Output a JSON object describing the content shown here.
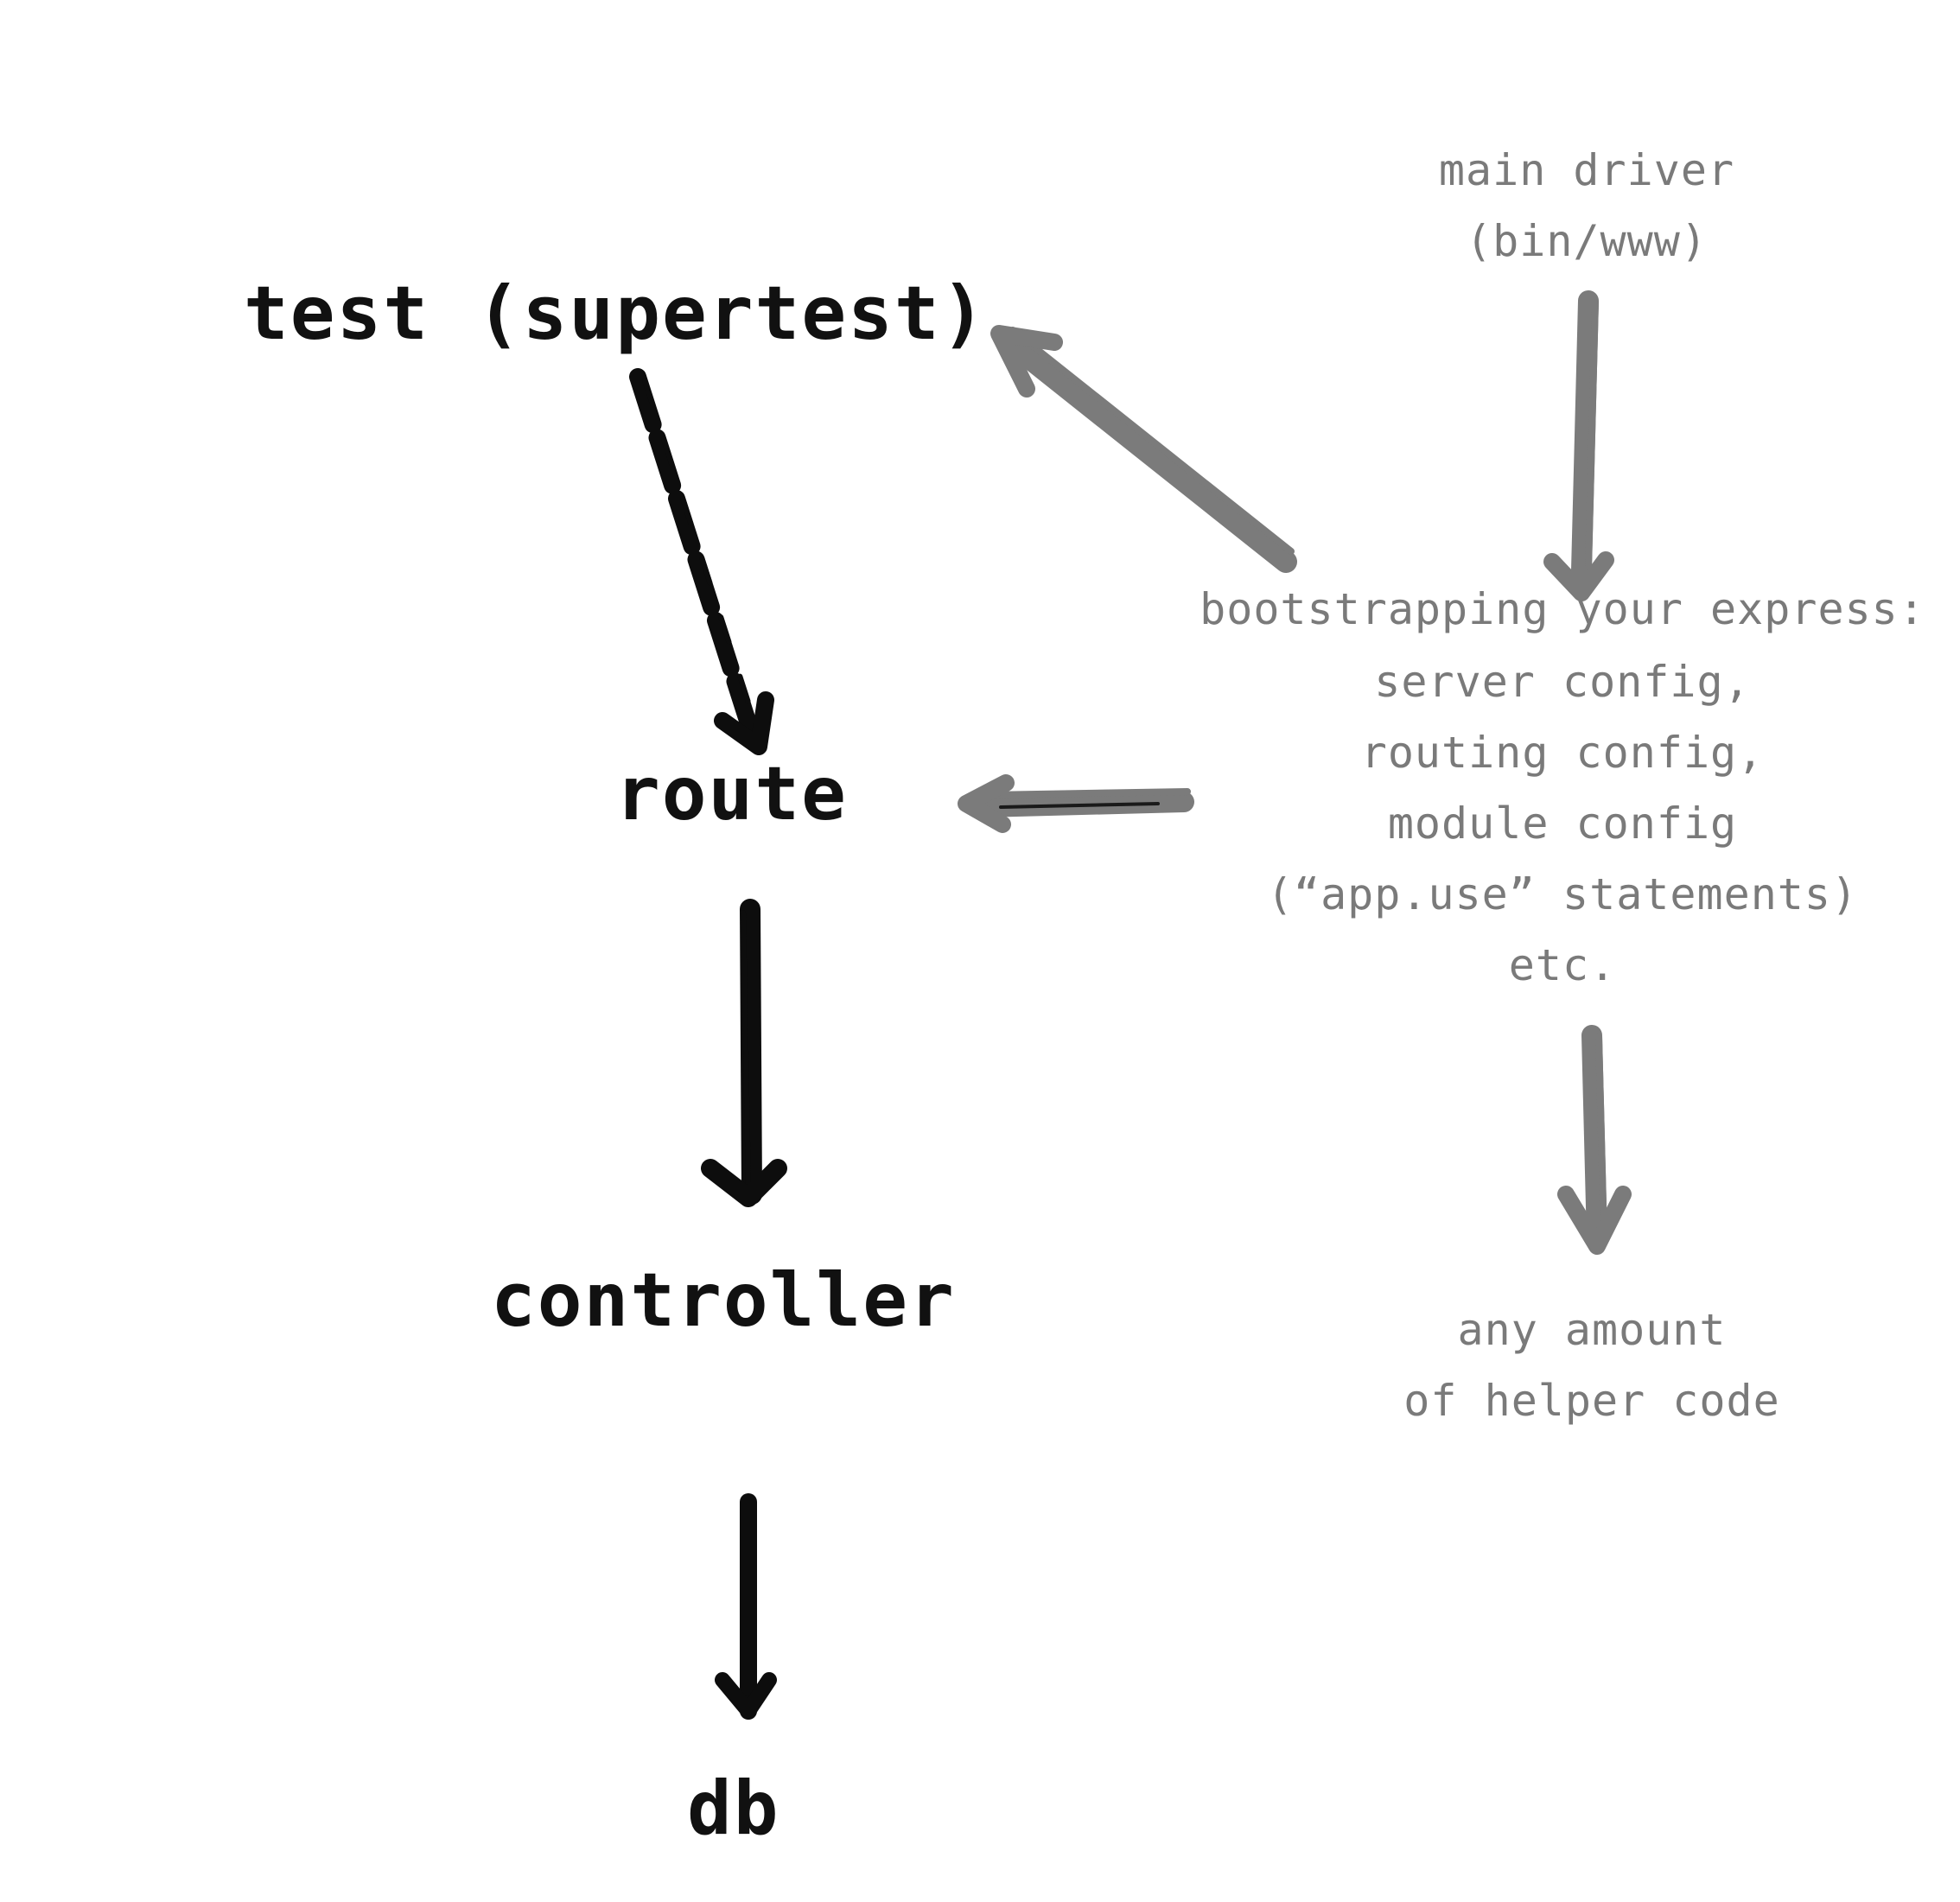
{
  "nodes": {
    "test": "test (supertest)",
    "route": "route",
    "controller": "controller",
    "db": "db",
    "main_driver": [
      "main driver",
      "(bin/www)"
    ],
    "bootstrapping": [
      "bootstrapping your express:",
      "server config,",
      "routing config,",
      "module config",
      "(“app.use” statements)",
      "etc."
    ],
    "helper": [
      "any amount",
      "of helper code"
    ]
  },
  "colors": {
    "primary_ink": "#0d0d0d",
    "secondary_ink": "#7b7b7b",
    "background": "#ffffff"
  }
}
